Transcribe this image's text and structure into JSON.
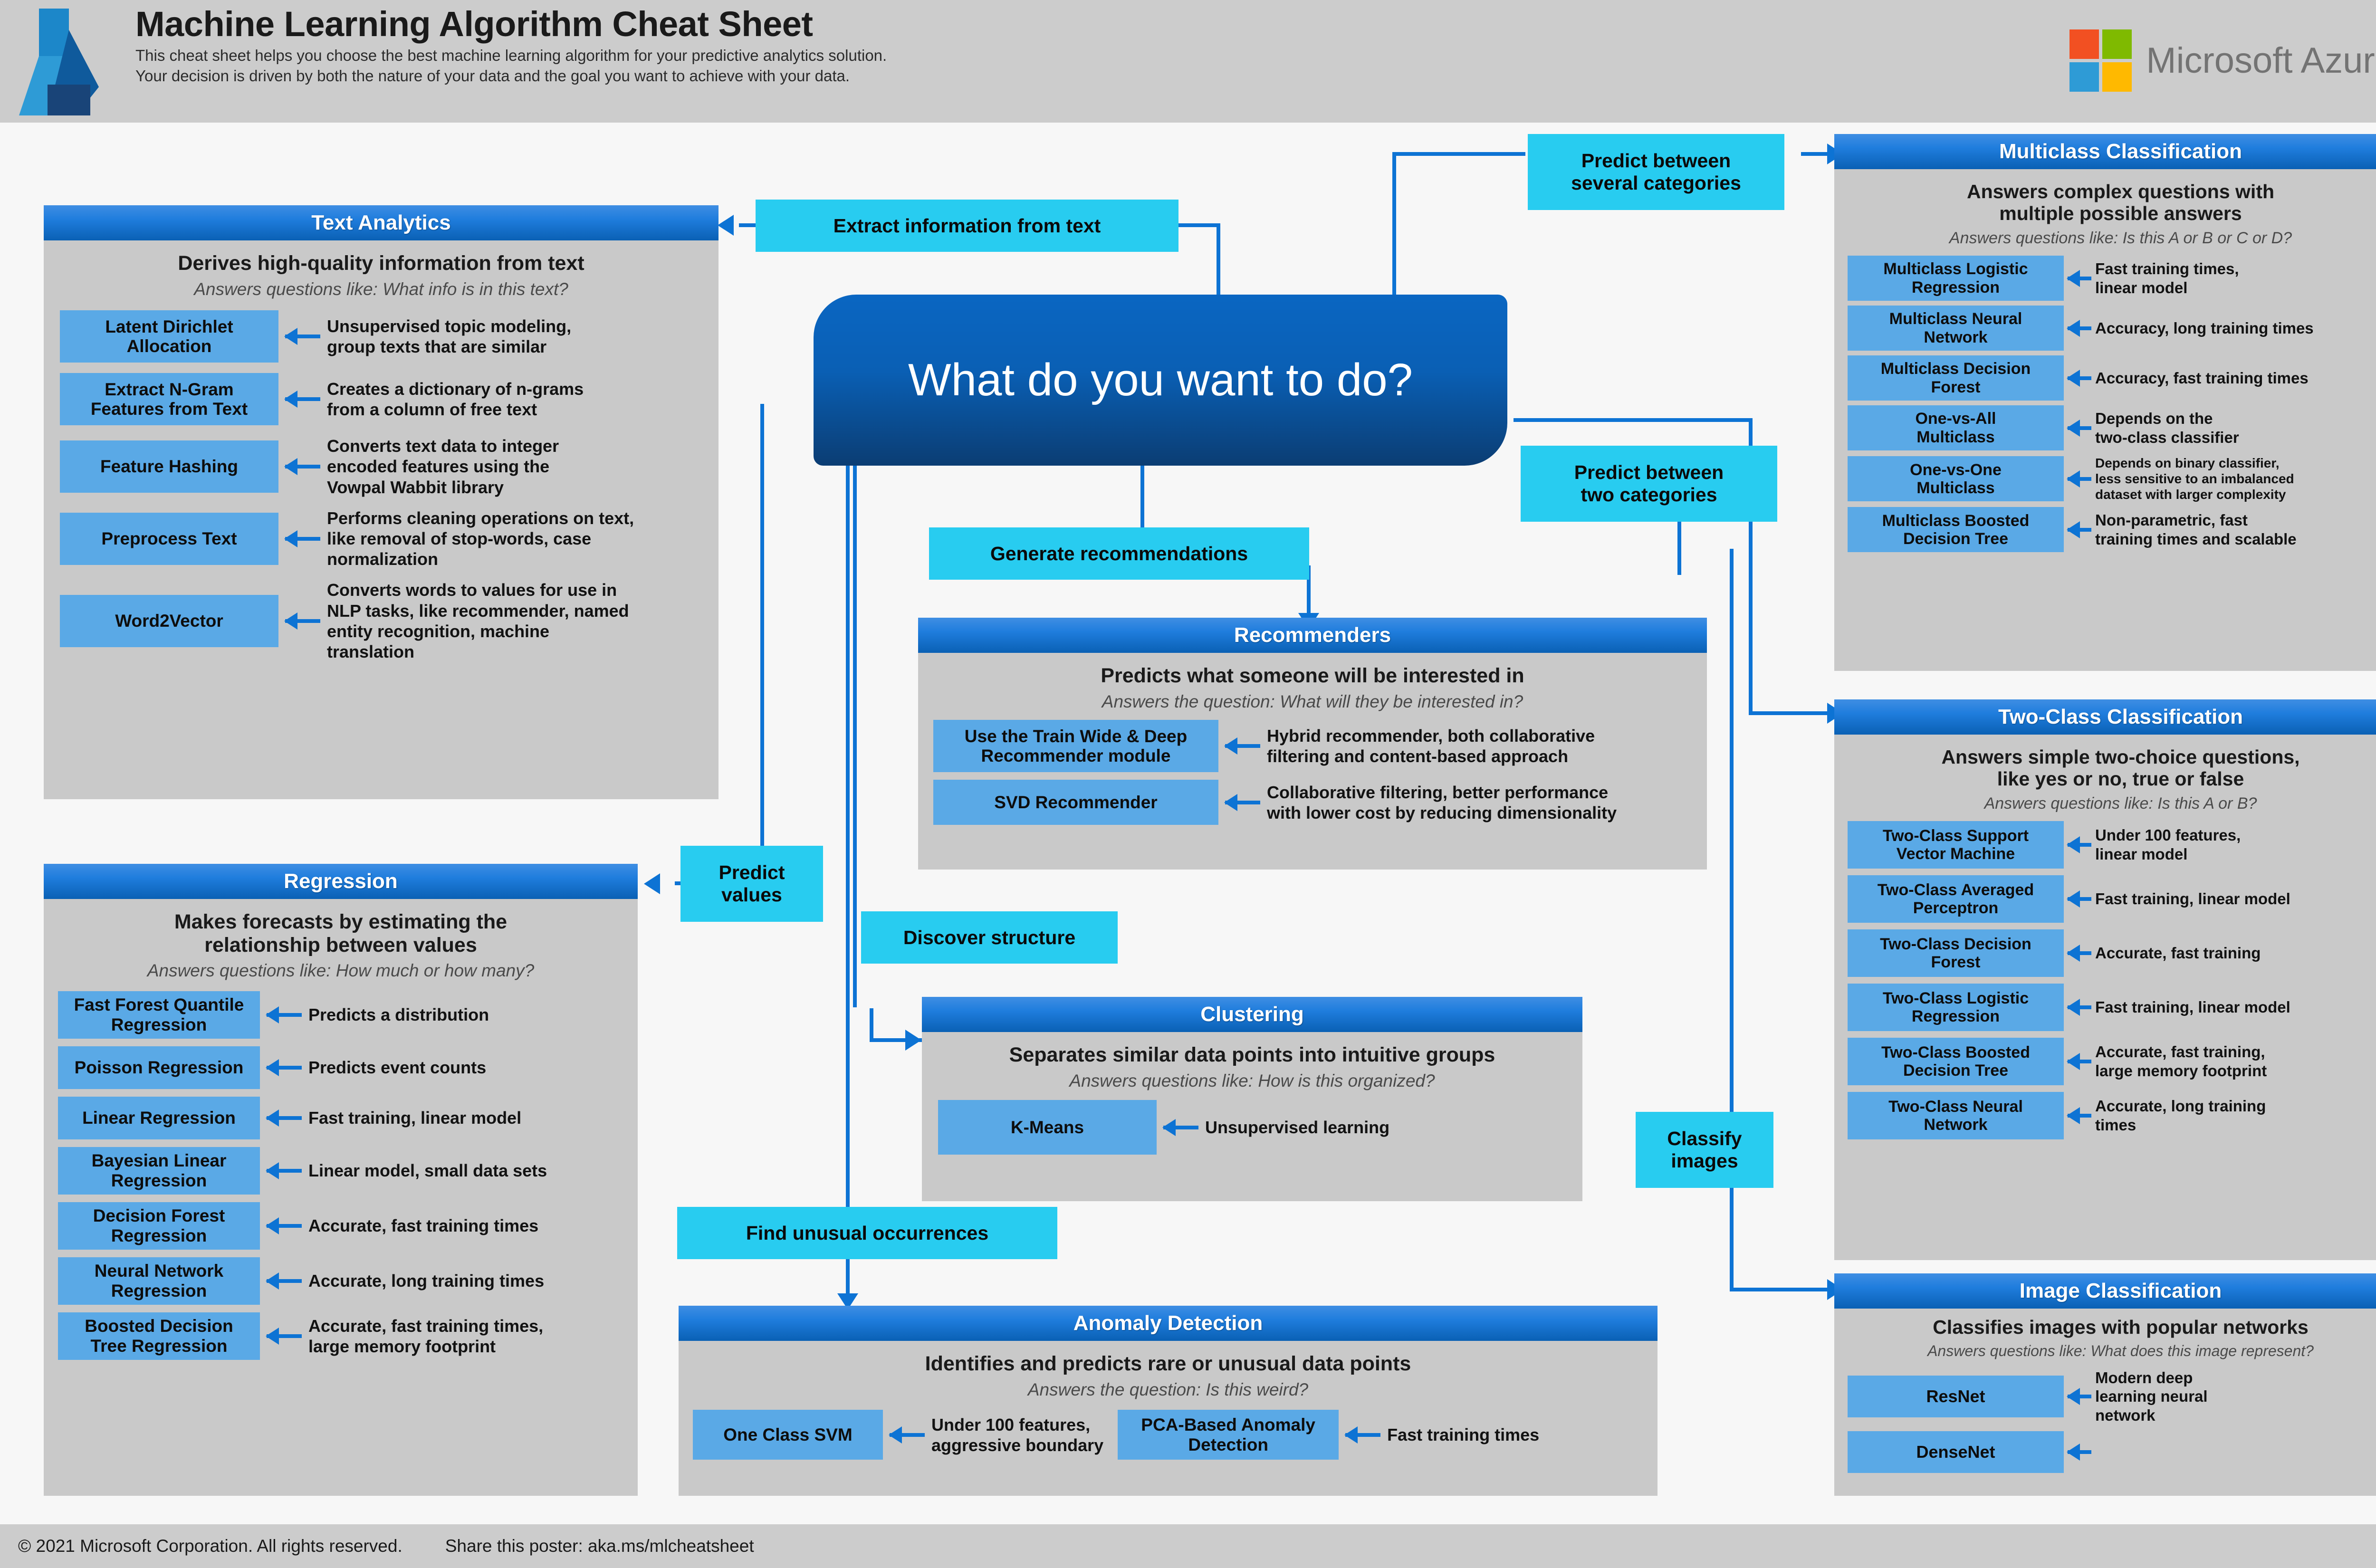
{
  "header": {
    "title": "Machine Learning Algorithm Cheat Sheet",
    "subtitle_line1": "This cheat sheet helps you choose the best machine learning algorithm for your predictive analytics solution.",
    "subtitle_line2": "Your decision is driven by both the nature of your data and the goal you want to achieve with your data.",
    "brand": "Microsoft Azure",
    "brand_colors": {
      "red": "#f25022",
      "green": "#7fba00",
      "blue": "#2e9bd6",
      "yellow": "#ffb900"
    },
    "logo_colors": {
      "light_blue": "#2e9bd6",
      "mid_blue": "#1c87c9",
      "dark_blue": "#0f5a9c",
      "navy": "#194478"
    }
  },
  "center": {
    "question": "What do you want to do?"
  },
  "branch_labels": {
    "extract_text": "Extract information from text",
    "predict_several": "Predict between\nseveral categories",
    "predict_two": "Predict between\ntwo categories",
    "generate_recommendations": "Generate recommendations",
    "predict_values": "Predict\nvalues",
    "discover_structure": "Discover structure",
    "find_unusual": "Find unusual occurrences",
    "classify_images": "Classify\nimages"
  },
  "panels": {
    "text_analytics": {
      "title": "Text Analytics",
      "description": "Derives high-quality information from text",
      "question": "Answers questions like: What info is in this text?",
      "algorithms": [
        {
          "name": "Latent Dirichlet\nAllocation",
          "note": "Unsupervised topic modeling,\ngroup texts that are similar"
        },
        {
          "name": "Extract N-Gram\nFeatures from Text",
          "note": "Creates a dictionary of n-grams\nfrom a column of free text"
        },
        {
          "name": "Feature Hashing",
          "note": "Converts text data to integer\nencoded features using the\nVowpal Wabbit library"
        },
        {
          "name": "Preprocess Text",
          "note": "Performs cleaning operations on text,\nlike removal of stop-words, case\nnormalization"
        },
        {
          "name": "Word2Vector",
          "note": "Converts words to values for use in\nNLP tasks, like recommender, named\nentity recognition, machine\ntranslation"
        }
      ]
    },
    "regression": {
      "title": "Regression",
      "description": "Makes forecasts by estimating the\nrelationship between values",
      "question": "Answers questions like: How much or how many?",
      "algorithms": [
        {
          "name": "Fast Forest Quantile\nRegression",
          "note": "Predicts a distribution"
        },
        {
          "name": "Poisson Regression",
          "note": "Predicts event counts"
        },
        {
          "name": "Linear Regression",
          "note": "Fast training, linear model"
        },
        {
          "name": "Bayesian Linear\nRegression",
          "note": "Linear model, small data sets"
        },
        {
          "name": "Decision Forest\nRegression",
          "note": "Accurate, fast training times"
        },
        {
          "name": "Neural Network\nRegression",
          "note": "Accurate, long training times"
        },
        {
          "name": "Boosted Decision\nTree Regression",
          "note": "Accurate, fast training times,\nlarge memory footprint"
        }
      ]
    },
    "recommenders": {
      "title": "Recommenders",
      "description": "Predicts what someone will be interested in",
      "question": "Answers the question: What will they be interested in?",
      "algorithms": [
        {
          "name": "Use the Train Wide & Deep\nRecommender module",
          "note": "Hybrid recommender, both collaborative\nfiltering and content-based approach"
        },
        {
          "name": "SVD Recommender",
          "note": "Collaborative filtering, better performance\nwith lower cost by reducing dimensionality"
        }
      ]
    },
    "clustering": {
      "title": "Clustering",
      "description": "Separates similar data points into intuitive groups",
      "question": "Answers questions like: How is this organized?",
      "algorithms": [
        {
          "name": "K-Means",
          "note": "Unsupervised learning"
        }
      ]
    },
    "anomaly_detection": {
      "title": "Anomaly Detection",
      "description": "Identifies and predicts rare or unusual data points",
      "question": "Answers the question: Is this weird?",
      "algorithms": [
        {
          "name": "One Class SVM",
          "note": "Under 100 features,\naggressive boundary"
        },
        {
          "name": "PCA-Based Anomaly\nDetection",
          "note": "Fast training times"
        }
      ]
    },
    "multiclass_classification": {
      "title": "Multiclass Classification",
      "description": "Answers complex questions with\nmultiple possible answers",
      "question": "Answers questions like: Is this A or B or C or D?",
      "algorithms": [
        {
          "name": "Multiclass Logistic\nRegression",
          "note": "Fast training times,\nlinear model"
        },
        {
          "name": "Multiclass Neural\nNetwork",
          "note": "Accuracy, long training times"
        },
        {
          "name": "Multiclass Decision\nForest",
          "note": "Accuracy, fast training times"
        },
        {
          "name": "One-vs-All\nMulticlass",
          "note": "Depends on the\ntwo-class classifier"
        },
        {
          "name": "One-vs-One\nMulticlass",
          "note": "Depends on binary classifier,\nless sensitive to an imbalanced\ndataset with larger complexity"
        },
        {
          "name": "Multiclass Boosted\nDecision Tree",
          "note": "Non-parametric, fast\ntraining times and scalable"
        }
      ]
    },
    "two_class_classification": {
      "title": "Two-Class Classification",
      "description": "Answers simple two-choice questions,\nlike yes or no, true or false",
      "question": "Answers questions like: Is this A or B?",
      "algorithms": [
        {
          "name": "Two-Class Support\nVector Machine",
          "note": "Under 100 features,\nlinear model"
        },
        {
          "name": "Two-Class Averaged\nPerceptron",
          "note": "Fast training, linear model"
        },
        {
          "name": "Two-Class Decision\nForest",
          "note": "Accurate, fast training"
        },
        {
          "name": "Two-Class Logistic\nRegression",
          "note": "Fast training, linear model"
        },
        {
          "name": "Two-Class Boosted\nDecision Tree",
          "note": "Accurate, fast training,\nlarge memory footprint"
        },
        {
          "name": "Two-Class Neural\nNetwork",
          "note": "Accurate, long training\ntimes"
        }
      ]
    },
    "image_classification": {
      "title": "Image Classification",
      "description": "Classifies images with popular networks",
      "question": "Answers questions like: What does this image represent?",
      "algorithms": [
        {
          "name": "ResNet",
          "note": "Modern deep\nlearning neural\nnetwork"
        },
        {
          "name": "DenseNet",
          "note": ""
        }
      ]
    }
  },
  "footer": {
    "copyright": "© 2021 Microsoft Corporation. All rights reserved.",
    "share": "Share this poster: aka.ms/mlcheatsheet"
  },
  "theme": {
    "panel_bg": "#c9c9c9",
    "panel_header_blue": "#0a60b4",
    "algorithm_box_blue": "#5aa9e6",
    "branch_cyan": "#28ccf0",
    "wire_blue": "#0d73d4",
    "page_bg": "#f7f7f7",
    "header_bg": "#cccccc"
  }
}
